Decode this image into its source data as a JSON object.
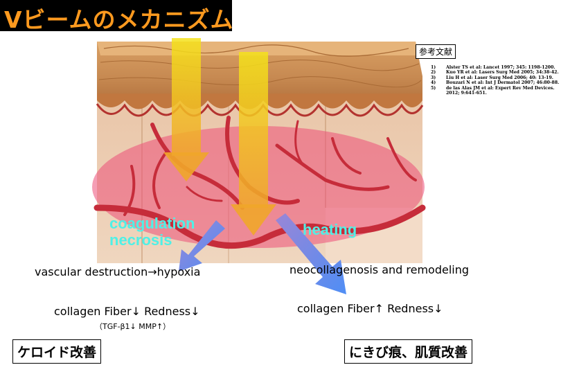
{
  "title": "Vビームのメカニズム",
  "references": {
    "heading": "参考文献",
    "items": [
      {
        "num": "1)",
        "text": "Alster TS et al: Lancet 1997; 345: 1198-1200."
      },
      {
        "num": "2)",
        "text": "Kuo YR et al: Lasers Surg Med 2005; 34:38-42."
      },
      {
        "num": "3)",
        "text": "Liu H et al: Laser Surg Med 2006; 40: 13-19."
      },
      {
        "num": "4)",
        "text": "Bouzari N et al: Int J Dermatol 2007; 46:80-88."
      },
      {
        "num": "5)",
        "text": "de las Alas JM et al: Expert Rev Med Devices. 2012; 9:641-651."
      }
    ]
  },
  "labels": {
    "coagulation_line1": "coagulation",
    "coagulation_line2": "necrosis",
    "heating": "heating"
  },
  "left_branch": {
    "mechanism": "vascular destruction→hypoxia",
    "outcome": "collagen Fiber↓ Redness↓",
    "sub": "（TGF-β1↓ MMP↑）",
    "result": "ケロイド改善"
  },
  "right_branch": {
    "mechanism": "neocollagenosis and remodeling",
    "outcome": "collagen Fiber↑ Redness↓",
    "result": "にきび痕、肌質改善"
  },
  "colors": {
    "title_text": "#ff9a1f",
    "title_bg": "#000000",
    "label_cyan": "#4ff0e6",
    "arrow_blue": "#5b8ff0",
    "laser_yellow": "#f2d81c",
    "ellipse_pink": "#ec4f78"
  }
}
